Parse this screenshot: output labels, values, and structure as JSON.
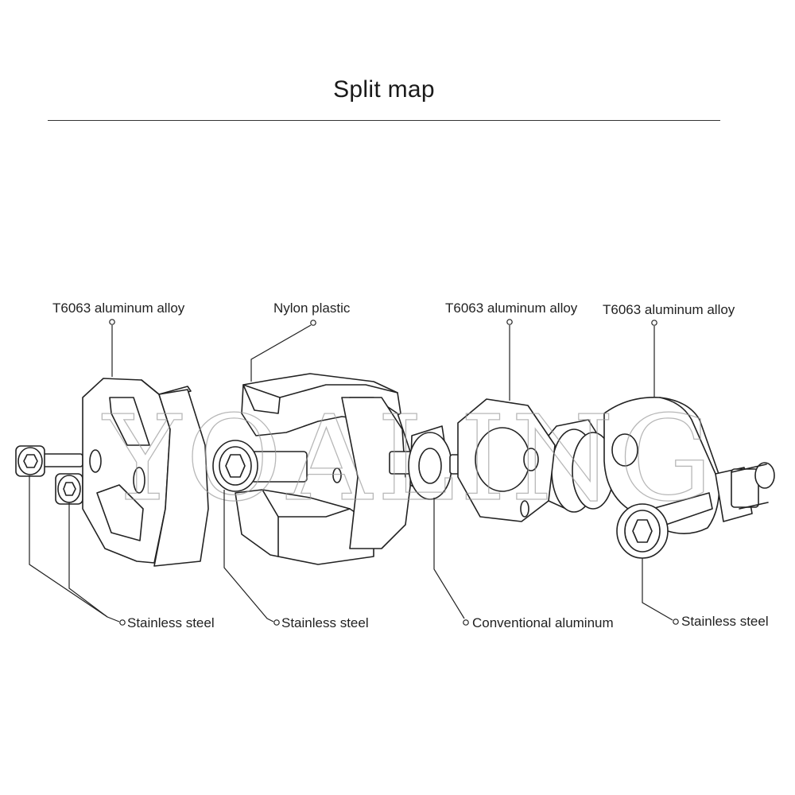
{
  "header": {
    "title": "Split map"
  },
  "watermark": {
    "text": "YOALING"
  },
  "labels": {
    "alloy_left": "T6063 aluminum alloy",
    "nylon": "Nylon plastic",
    "alloy_mid": "T6063 aluminum alloy",
    "alloy_right": "T6063 aluminum alloy",
    "steel_left": "Stainless steel",
    "steel_center": "Stainless steel",
    "aluminum": "Conventional aluminum",
    "steel_right": "Stainless steel"
  }
}
